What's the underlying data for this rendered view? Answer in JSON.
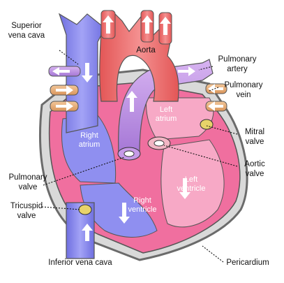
{
  "labels": {
    "superior_vena_cava": [
      "Superior",
      "vena cava"
    ],
    "aorta": "Aorta",
    "pulmonary_artery": [
      "Pulmonary",
      "artery"
    ],
    "pulmonary_vein": [
      "Pulmonary",
      "vein"
    ],
    "left_atrium": [
      "Left",
      "atrium"
    ],
    "right_atrium": [
      "Right",
      "atrium"
    ],
    "mitral_valve": [
      "Mitral",
      "valve"
    ],
    "aortic_valve": [
      "Aortic",
      "valve"
    ],
    "pulmonary_valve": [
      "Pulmonary",
      "valve"
    ],
    "left_ventricle": [
      "Left",
      "ventricle"
    ],
    "right_ventricle": [
      "Right",
      "ventricle"
    ],
    "tricuspid_valve": [
      "Tricuspid",
      "valve"
    ],
    "inferior_vena_cava": "Inferior vena cava",
    "pericardium": "Pericardium"
  },
  "colors": {
    "deoxygenated_blue": "#8f8ff0",
    "oxygenated_red": "#ef6a6a",
    "pulmonary_purple": "#c59ae8",
    "vein_tan": "#e8b17d",
    "wall_pink": "#f06f9f",
    "chamber_pink": "#f7a9c6",
    "pericardium_gray": "#6b6b6b"
  }
}
